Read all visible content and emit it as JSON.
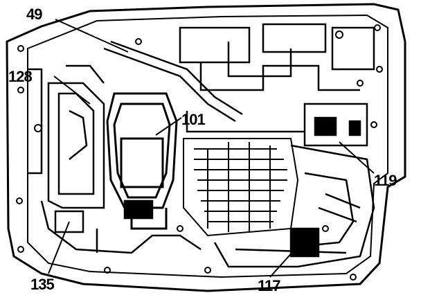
{
  "figure": {
    "callouts": [
      {
        "id": "c49",
        "label": "49"
      },
      {
        "id": "c128",
        "label": "128"
      },
      {
        "id": "c101",
        "label": "101"
      },
      {
        "id": "c119",
        "label": "119"
      },
      {
        "id": "c135",
        "label": "135"
      },
      {
        "id": "c117",
        "label": "117"
      }
    ]
  }
}
